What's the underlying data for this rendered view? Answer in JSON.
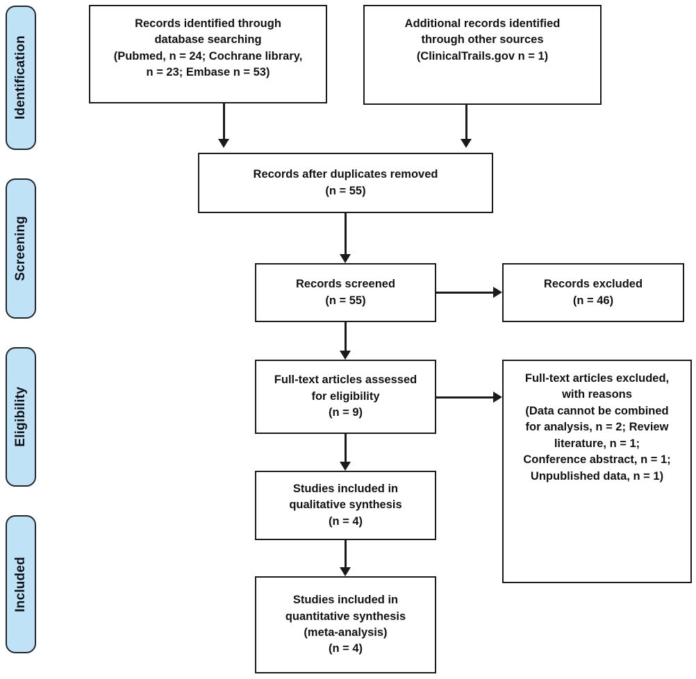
{
  "diagram": {
    "type": "prisma-flow-diagram",
    "stages": [
      {
        "id": "identification",
        "label": "Identification"
      },
      {
        "id": "screening",
        "label": "Screening"
      },
      {
        "id": "eligibility",
        "label": "Eligibility"
      },
      {
        "id": "included",
        "label": "Included"
      }
    ],
    "boxes": [
      {
        "id": "records-identified-database",
        "text": "Records identified through\ndatabase searching\n(Pubmed, n = 24; Cochrane library,\nn = 23; Embase n = 53)"
      },
      {
        "id": "records-identified-other",
        "text": "Additional records identified\nthrough other sources\n(ClinicalTrails.gov n = 1)"
      },
      {
        "id": "records-after-duplicates",
        "text": "Records after duplicates removed\n(n =  55)"
      },
      {
        "id": "records-screened",
        "text": "Records screened\n(n =  55)"
      },
      {
        "id": "records-excluded",
        "text": "Records excluded\n(n =  46)"
      },
      {
        "id": "fulltext-assessed",
        "text": "Full-text articles assessed\nfor eligibility\n(n =  9)"
      },
      {
        "id": "fulltext-excluded-reasons",
        "text": "Full-text articles excluded,\nwith reasons\n(Data cannot be combined\nfor analysis, n = 2; Review\nliterature, n = 1;\nConference abstract, n = 1;\nUnpublished data, n = 1)"
      },
      {
        "id": "studies-qualitative",
        "text": "Studies included in\nqualitative synthesis\n(n =  4)"
      },
      {
        "id": "studies-quantitative",
        "text": "Studies included in\nquantitative synthesis\n(meta-analysis)\n(n =  4)"
      }
    ],
    "colors": {
      "stage_fill": "#bfe2f7",
      "stage_border": "#20262e",
      "box_border": "#1a1a1a",
      "box_fill": "#ffffff",
      "text": "#121212"
    }
  }
}
